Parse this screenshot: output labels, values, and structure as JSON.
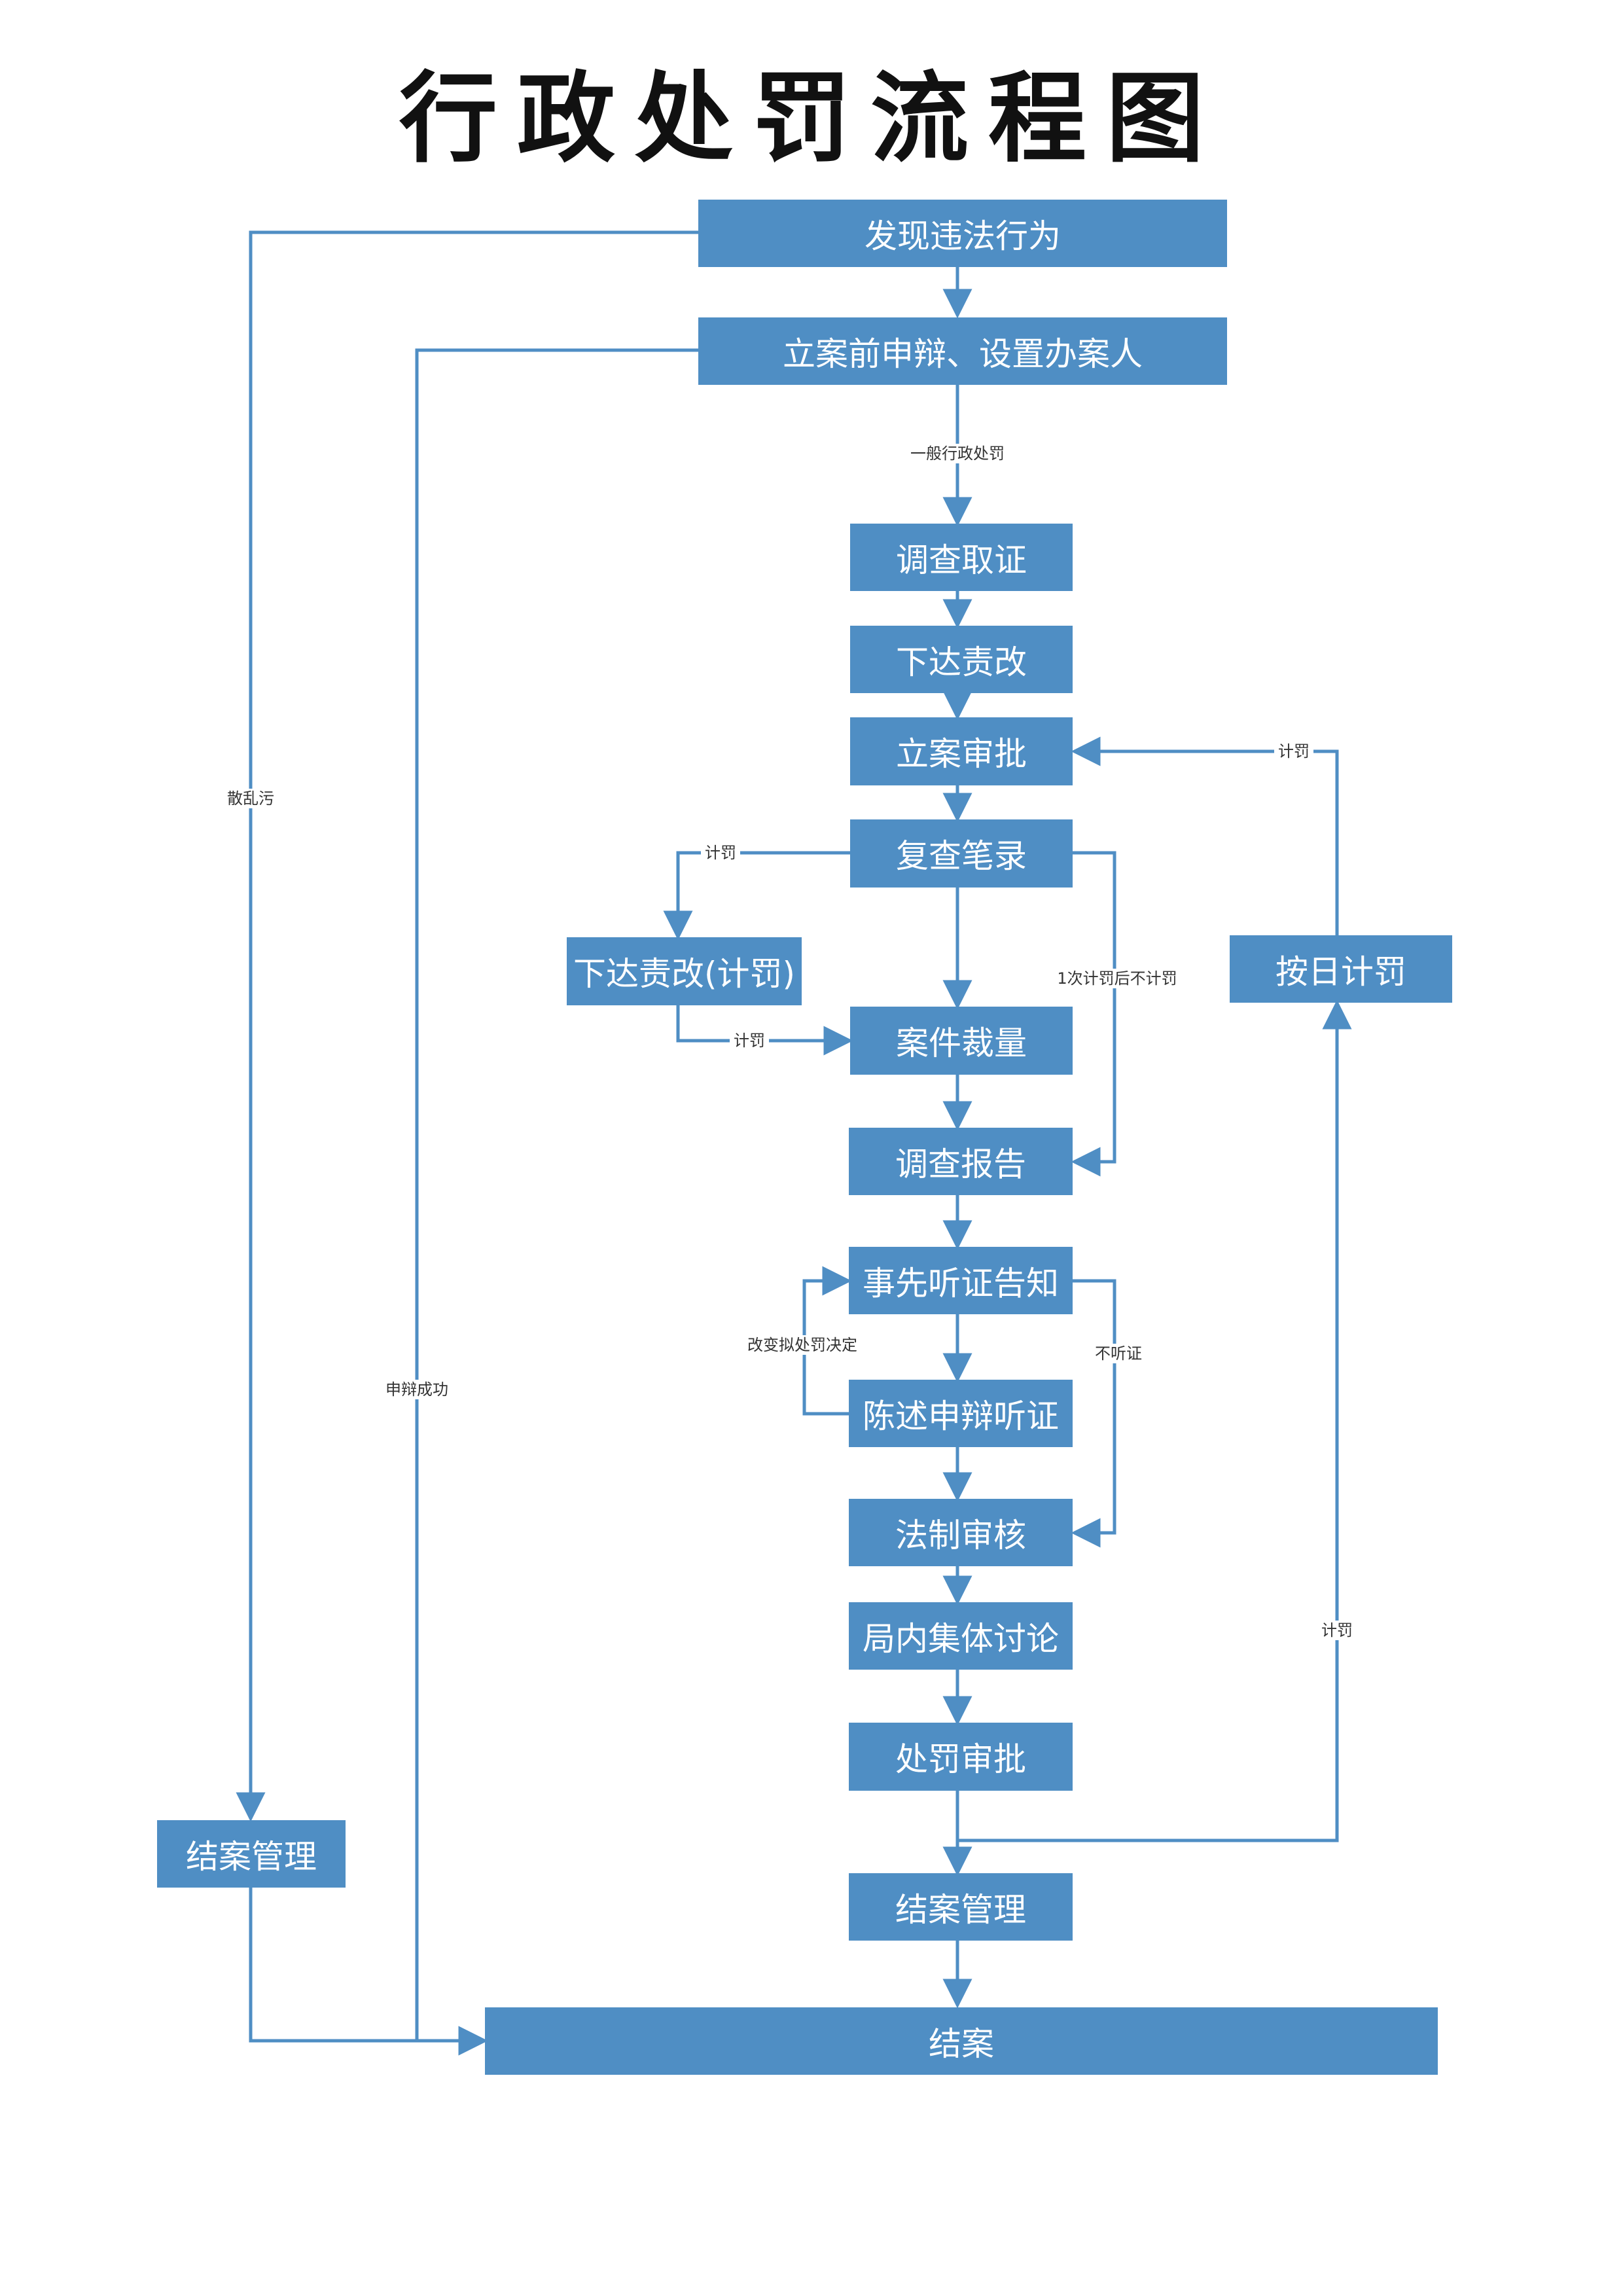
{
  "title": "行政处罚流程图",
  "colors": {
    "box": "#4f8ec4",
    "line": "#4f8ec4",
    "title": "#111111"
  },
  "nodes": {
    "discover": "发现违法行为",
    "pre_case": "立案前申辩、设置办案人",
    "investigate": "调查取证",
    "order_correct": "下达责改",
    "case_approval": "立案审批",
    "recheck_record": "复查笔录",
    "order_correct_penalty": "下达责改(计罚)",
    "case_ruling": "案件裁量",
    "investigation_report": "调查报告",
    "prior_notice": "事先听证告知",
    "statement_hearing": "陈述申辩听证",
    "legal_review": "法制审核",
    "collective_discussion": "局内集体讨论",
    "penalty_approval": "处罚审批",
    "daily_penalty": "按日计罚",
    "close_mgmt_left": "结案管理",
    "close_mgmt_center": "结案管理",
    "close": "结案"
  },
  "edge_labels": {
    "general_penalty": "一般行政处罚",
    "scatter": "散乱污",
    "defense_success": "申辩成功",
    "penalty_top_right": "计罚",
    "penalty_left_down": "计罚",
    "penalty_to_ruling": "计罚",
    "once_no_more": "1次计罚后不计罚",
    "change_decision": "改变拟处罚决定",
    "no_hearing": "不听证",
    "penalty_right_up": "计罚"
  }
}
